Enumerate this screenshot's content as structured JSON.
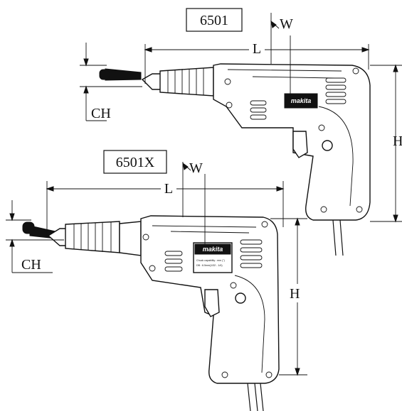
{
  "drills": [
    {
      "model": "6501",
      "labels": {
        "length": "L",
        "width": "W",
        "height": "H",
        "center_height": "CH"
      },
      "brand": "makita",
      "plate_lines": []
    },
    {
      "model": "6501X",
      "labels": {
        "length": "L",
        "width": "W",
        "height": "H",
        "center_height": "CH"
      },
      "brand": "makita",
      "plate_lines": [
        "Chuck capability : mm (\")",
        "DB : 6.5mm(1/32 - 1/4)"
      ]
    }
  ],
  "colors": {
    "line": "#111111",
    "background": "#ffffff"
  }
}
